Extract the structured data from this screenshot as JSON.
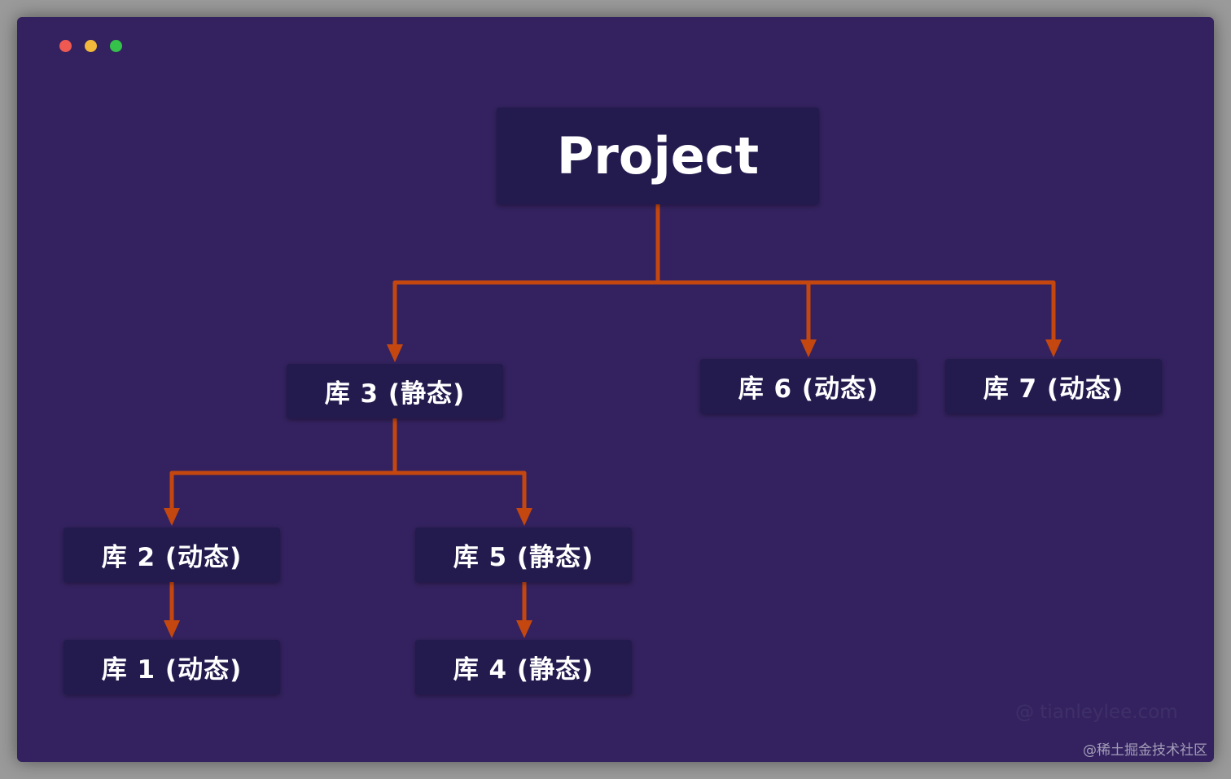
{
  "window": {
    "controls": [
      "close",
      "minimize",
      "maximize"
    ]
  },
  "diagram": {
    "root": "Project",
    "nodes": {
      "lib3": "库 3 (静态)",
      "lib6": "库 6 (动态)",
      "lib7": "库 7 (动态)",
      "lib2": "库 2 (动态)",
      "lib5": "库 5 (静态)",
      "lib1": "库 1 (动态)",
      "lib4": "库 4 (静态)"
    },
    "edges": [
      [
        "Project",
        "库 3 (静态)"
      ],
      [
        "Project",
        "库 6 (动态)"
      ],
      [
        "Project",
        "库 7 (动态)"
      ],
      [
        "库 3 (静态)",
        "库 2 (动态)"
      ],
      [
        "库 3 (静态)",
        "库 5 (静态)"
      ],
      [
        "库 2 (动态)",
        "库 1 (动态)"
      ],
      [
        "库 5 (静态)",
        "库 4 (静态)"
      ]
    ],
    "edge_color": "#c4470f"
  },
  "watermarks": {
    "site": "@ tianleylee.com",
    "platform": "@稀土掘金技术社区"
  }
}
